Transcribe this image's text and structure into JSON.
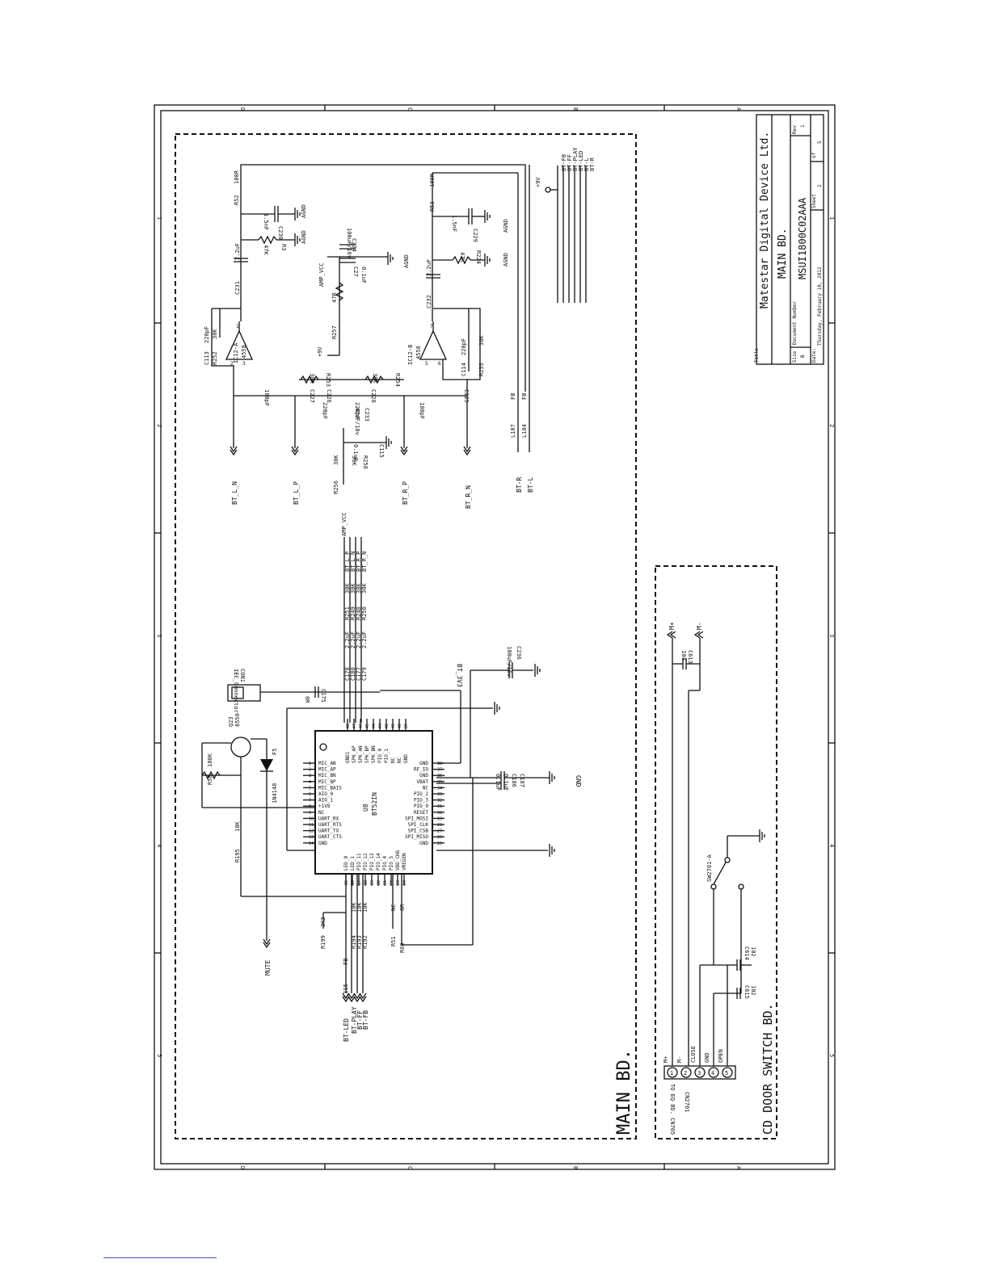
{
  "title_block": {
    "company": "Matestar Digital Device Ltd.",
    "title": "MAIN BD.",
    "doc_number": "MSUI1800C02AAA",
    "size_label": "Size",
    "size_value": "B",
    "docnum_label": "Document Number",
    "rev_label": "Rev",
    "rev_value": "1",
    "title_label": "Title",
    "date_label": "Date:",
    "date_value": "Thursday, February 16, 2012",
    "sheet_label": "Sheet",
    "sheet_value": "2",
    "of_label": "of",
    "of_value": "5"
  },
  "zones": {
    "numbers": [
      "5",
      "4",
      "3",
      "2",
      "1"
    ],
    "letters": [
      "D",
      "C",
      "B",
      "A"
    ]
  },
  "boards": {
    "main": "MAIN BD.",
    "cd_door": "CD DOOR SWITCH BD."
  },
  "chip": {
    "ref": "U8",
    "part": "BT52IN",
    "left_pins": [
      {
        "n": "1",
        "name": "MIC_AN"
      },
      {
        "n": "2",
        "name": "MIC_AP"
      },
      {
        "n": "3",
        "name": "MIC_BN"
      },
      {
        "n": "4",
        "name": "MIC_BP"
      },
      {
        "n": "5",
        "name": "MIC_BAIS"
      },
      {
        "n": "6",
        "name": "AIO_0"
      },
      {
        "n": "7",
        "name": "AIO_1"
      },
      {
        "n": "8",
        "name": "+1V8"
      },
      {
        "n": "9",
        "name": "NC"
      },
      {
        "n": "10",
        "name": "UART_RX"
      },
      {
        "n": "11",
        "name": "UART_RTS"
      },
      {
        "n": "12",
        "name": "UART_TX"
      },
      {
        "n": "13",
        "name": "UART_CTS"
      },
      {
        "n": "14",
        "name": "GND"
      }
    ],
    "bottom_pins": [
      {
        "n": "15",
        "name": "LED_0"
      },
      {
        "n": "16",
        "name": "LED_1"
      },
      {
        "n": "17",
        "name": "PIO_11"
      },
      {
        "n": "18",
        "name": "PIO_12"
      },
      {
        "n": "19",
        "name": "PIO_13"
      },
      {
        "n": "20",
        "name": "PIO_14"
      },
      {
        "n": "21",
        "name": "PIO_4"
      },
      {
        "n": "22",
        "name": "PIO_5"
      },
      {
        "n": "23",
        "name": "VDD_CHG"
      },
      {
        "n": "24",
        "name": "VREGEN"
      }
    ],
    "right_pins": [
      {
        "n": "38",
        "name": "GND"
      },
      {
        "n": "37",
        "name": "RF_IO"
      },
      {
        "n": "36",
        "name": "GND"
      },
      {
        "n": "35",
        "name": "VBAT"
      },
      {
        "n": "34",
        "name": "NC"
      },
      {
        "n": "33",
        "name": "PIO_2"
      },
      {
        "n": "32",
        "name": "PIO_3"
      },
      {
        "n": "31",
        "name": "PIO_9"
      },
      {
        "n": "30",
        "name": "RESET"
      },
      {
        "n": "29",
        "name": "SPI_MOSI"
      },
      {
        "n": "28",
        "name": "SPI_CLK"
      },
      {
        "n": "27",
        "name": "SPI_CSB"
      },
      {
        "n": "26",
        "name": "SPI_MISO"
      },
      {
        "n": "25",
        "name": "GND"
      }
    ],
    "top_pins": [
      {
        "n": "48",
        "name": "GND1"
      },
      {
        "n": "47",
        "name": "SPK_AP"
      },
      {
        "n": "46",
        "name": "SPK_AN"
      },
      {
        "n": "45",
        "name": "SPK_BP"
      },
      {
        "n": "44",
        "name": "SPK_BN"
      },
      {
        "n": "43",
        "name": "PIO_0"
      },
      {
        "n": "42",
        "name": "PIO_1"
      },
      {
        "n": "41",
        "name": "NC"
      },
      {
        "n": "40",
        "name": "NC"
      },
      {
        "n": "39",
        "name": "GND"
      }
    ]
  },
  "amp": {
    "ic_a": "IC12-A",
    "ic_b": "IC12-B",
    "part": "4558",
    "pin_a_out": "1",
    "pin_a_in1": "2",
    "pin_a_in2": "3",
    "pin_b_out": "7",
    "pin_b_in1": "5",
    "pin_b_in2": "6",
    "vcc": "AMP_VCC",
    "nine_v": "+9V",
    "agnd": "AGND"
  },
  "parts": {
    "R52": "R52",
    "R52_val": "100R",
    "C230": "C230",
    "C230_val": "1.5nF",
    "R3": "R3",
    "R3_val": "47K",
    "C231": "C231",
    "C231_val": "2.2uF",
    "C234": "C234",
    "C234_val": "100uF/16v",
    "C27": "C27",
    "C27_val": "0.1uF",
    "R257": "R257",
    "R257_val": "47R",
    "R53": "R53",
    "R53_val": "100R",
    "C229": "C229",
    "C229_val": "1.5nF",
    "R224": "R224",
    "R224_val": "47K",
    "C232": "C232",
    "C232_val": "2.2uF",
    "C113": "C113",
    "C113_val": "220pF",
    "R252": "R252",
    "R252_val": "30K",
    "C114": "C114",
    "C114_val": "220pF",
    "R255": "R255",
    "R255_val": "30K",
    "C227": "C227",
    "C227_val": "100pF",
    "C226": "C226",
    "C226_val": "220pF",
    "R253": "R253",
    "R253_val": "30K",
    "C228": "C228",
    "C228_val": "220pF",
    "R254": "R254",
    "R254_val": "30K",
    "C225": "C225",
    "C225_val": "100pF",
    "C233": "C233",
    "C233_val": "47uF/10v",
    "C115": "C115",
    "C115_val": "0.1uF",
    "R258": "R258",
    "R258_val": "30K",
    "R256": "R256",
    "R256_val": "30K",
    "L107": "L107",
    "L104": "L104",
    "FB": "FB",
    "R251": "R251",
    "R249": "R249",
    "R248": "R248",
    "R250": "R250",
    "R_val": "30K",
    "C178": "C178",
    "C180": "C180",
    "C177": "C177",
    "C179": "C179",
    "C_val": "2.2uF",
    "C236": "C236",
    "C236_val": "100uF/16v",
    "CON1": "CON1",
    "CON1_name": "IEC_Connector",
    "C175": "C175",
    "C175_val": "0R",
    "Q23": "Q23",
    "Q23_val": "8550",
    "F5": "F5",
    "D_val": "1N4148",
    "R58": "R58",
    "R58_val": "100K",
    "R195": "R195",
    "R195_val": "10K",
    "C186": "C186",
    "C187": "C187",
    "C186_val": "0.1uF",
    "C187_val": "0.1uF",
    "R199": "R199",
    "R199_val": "3K3",
    "R194": "R194",
    "R193": "R193",
    "R192": "R192",
    "R19x_val": "10K",
    "R51": "R51",
    "R51_val": "NC",
    "R60": "R60",
    "R60_val": "0R",
    "L115": "L115",
    "L115_val": "FB",
    "C613": "C613",
    "C613_val": "104",
    "C614": "C614",
    "C614_val": "102",
    "C615": "C615",
    "C615_val": "102",
    "SW": "SW2701-A",
    "CN": "CN2701",
    "CN_dest": "TO EQ BD. CN705"
  },
  "nets": {
    "bt_l_n": "BT_L_N",
    "bt_l_p": "BT_L_P",
    "bt_r_p": "BT_R_P",
    "bt_r_n": "BT_R_N",
    "bt_r": "BT-R",
    "bt_l": "BT-L",
    "bt_3v3": "BT_3V3",
    "gnd": "GND",
    "mute": "MUTE",
    "bt_led": "BT-LED",
    "bt_play": "BT-PLAY",
    "bt_ff": "BT-FF",
    "bt_fb": "BT-FB",
    "m_plus": "M+",
    "m_minus": "M-",
    "bus": [
      "BT-FB",
      "BT-FF",
      "BT-PLAY",
      "BT-LED",
      "BT-L",
      "BT-R"
    ],
    "right_nets": [
      "BT_L_P",
      "BT_L_N",
      "BT_R_P",
      "BT_R_N"
    ]
  },
  "connector": {
    "pins": [
      {
        "n": "1",
        "name": "M+"
      },
      {
        "n": "2",
        "name": "M-"
      },
      {
        "n": "3",
        "name": "CLOSE"
      },
      {
        "n": "4",
        "name": "GND"
      },
      {
        "n": "5",
        "name": "OPEN"
      }
    ]
  }
}
